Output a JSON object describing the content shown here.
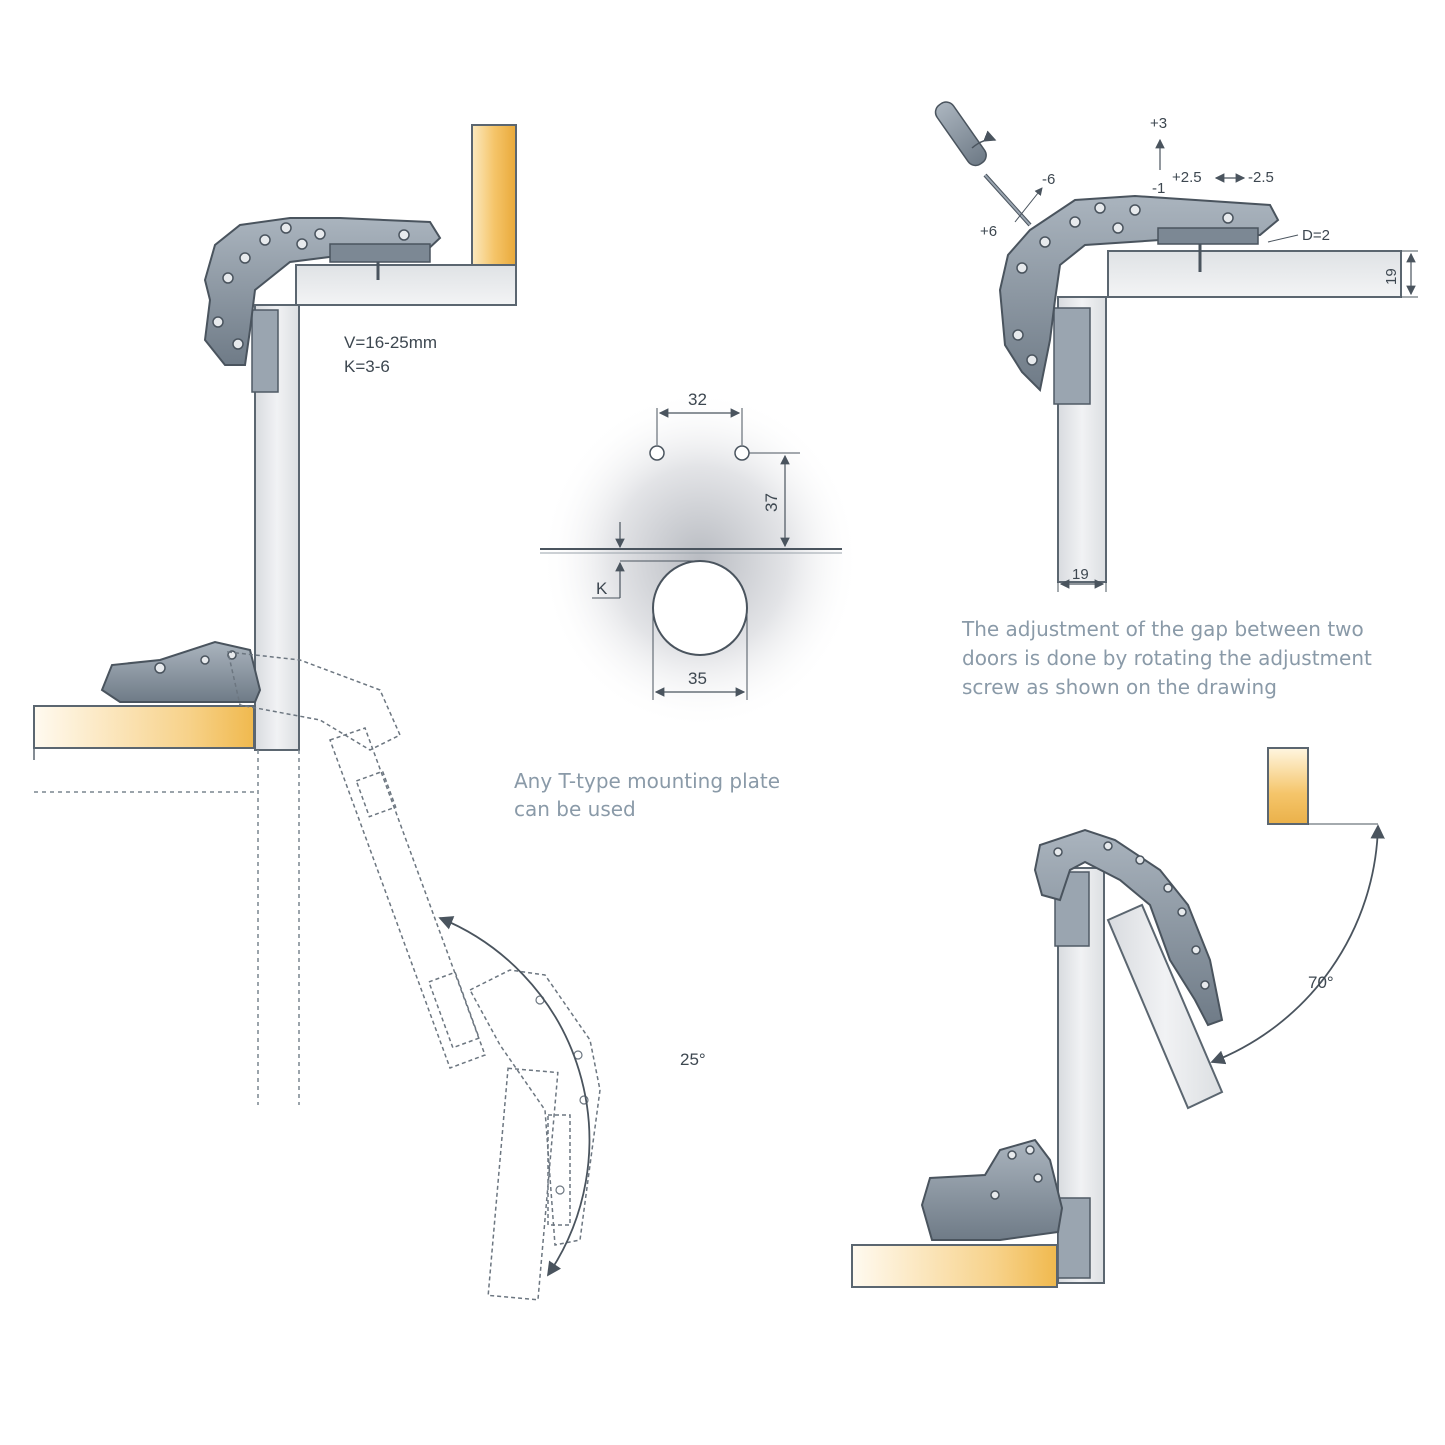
{
  "labels": {
    "v_range": "V=16-25mm",
    "k_range": "K=3-6",
    "dim_32": "32",
    "dim_37": "37",
    "dim_35": "35",
    "dim_k": "K",
    "mounting_note_line1": "Any T-type mounting plate",
    "mounting_note_line2": "can be used",
    "angle_25": "25°",
    "angle_70": "70°",
    "adj_plus3": "+3",
    "adj_minus1": "-1",
    "adj_plus25": "+2.5",
    "adj_minus25": "-2.5",
    "adj_minus6": "-6",
    "adj_plus6": "+6",
    "adj_d2": "D=2",
    "dim_19_right": "19",
    "dim_19_bottom": "19",
    "gap_note_line1": "The adjustment of the gap between two",
    "gap_note_line2": "doors is done by rotating the adjustment",
    "gap_note_line3": "screw as shown on the drawing"
  },
  "colors": {
    "wood_edge": "#f5c56a",
    "panel": "#e3e5e8",
    "panel_stroke": "#9aa3ab",
    "hinge_metal": "#8e9aa6",
    "hinge_dark": "#5d6874",
    "line": "#5b6670",
    "note_text": "#8a9aa8"
  }
}
